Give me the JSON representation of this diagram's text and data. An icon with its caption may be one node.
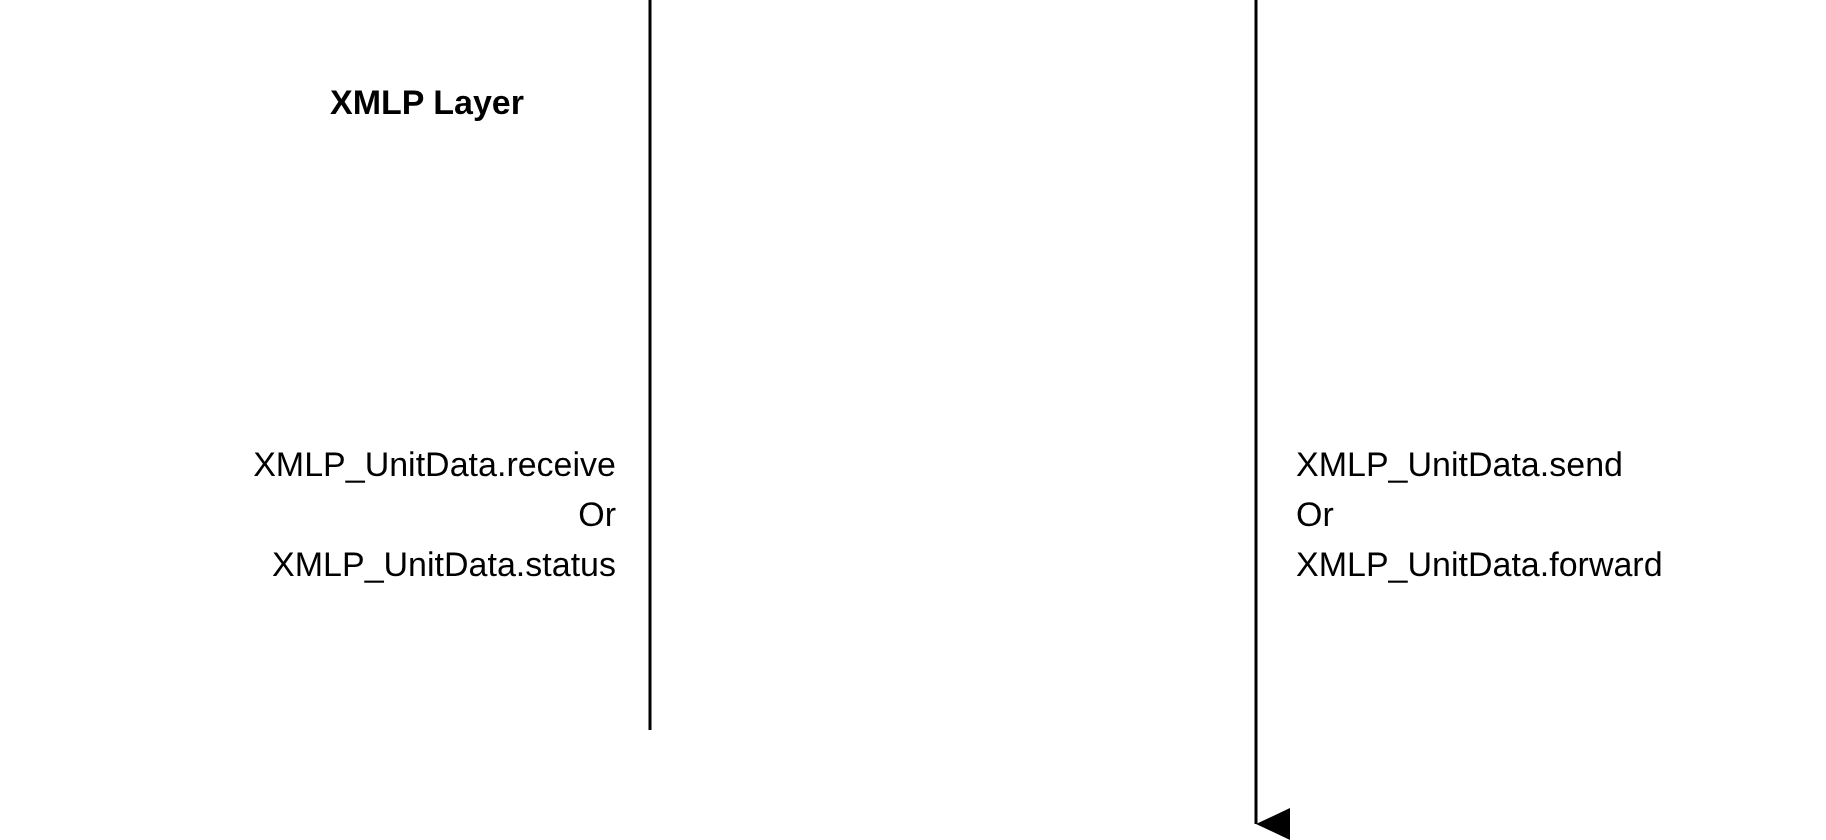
{
  "diagram": {
    "labels": [
      "XMLP Layer",
      "XMLP_UnitData.receive",
      "Or",
      "XMLP_UnitData.status",
      "XMLP_UnitData.send",
      "Or",
      "XMLP_UnitData.forward"
    ]
  }
}
